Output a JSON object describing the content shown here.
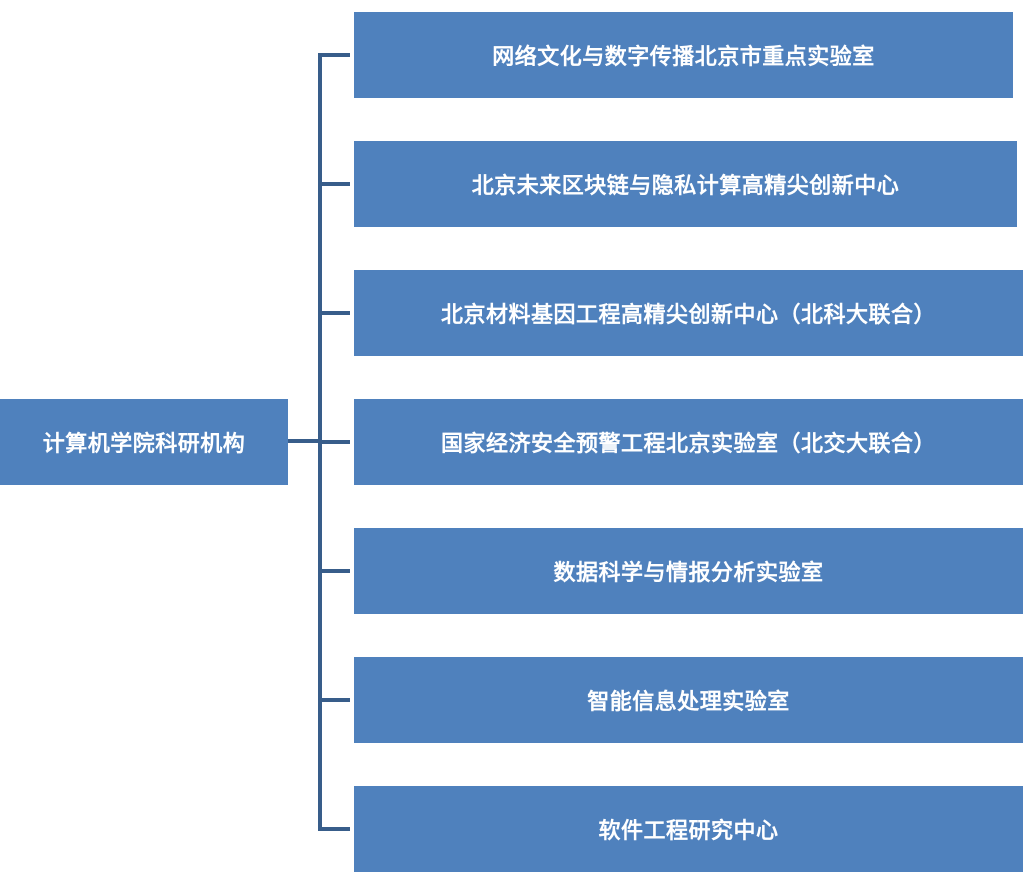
{
  "root": {
    "label": "计算机学院科研机构"
  },
  "children": [
    {
      "label": "网络文化与数字传播北京市重点实验室"
    },
    {
      "label": "北京未来区块链与隐私计算高精尖创新中心"
    },
    {
      "label": "北京材料基因工程高精尖创新中心（北科大联合）"
    },
    {
      "label": "国家经济安全预警工程北京实验室（北交大联合）"
    },
    {
      "label": "数据科学与情报分析实验室"
    },
    {
      "label": "智能信息处理实验室"
    },
    {
      "label": "软件工程研究中心"
    }
  ],
  "colors": {
    "box_fill": "#4f81bd",
    "connector": "#385d8a",
    "text": "#ffffff"
  }
}
